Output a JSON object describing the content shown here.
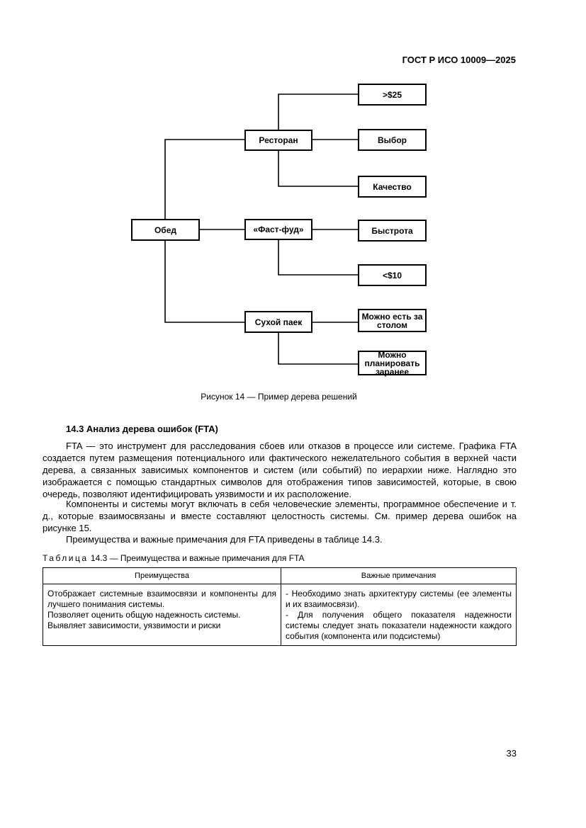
{
  "header": {
    "doc_id": "ГОСТ Р ИСО 10009—2025"
  },
  "diagram": {
    "root": "Обед",
    "branches": [
      {
        "label": "Ресторан",
        "leaves": [
          ">$25",
          "Выбор",
          "Качество"
        ]
      },
      {
        "label": "«Фаст-фуд»",
        "leaves": [
          "Быстрота",
          "<$10"
        ]
      },
      {
        "label": "Сухой паек",
        "leaves": [
          "Можно есть за столом",
          "Можно планировать заранее"
        ]
      }
    ]
  },
  "figure_caption": "Рисунок 14 — Пример дерева решений",
  "section": {
    "title": "14.3 Анализ дерева ошибок (FTA)",
    "paragraphs": [
      "FTA — это инструмент для расследования сбоев или отказов в процессе или системе. Графика FTA создается путем размещения потенциального или фактического нежелательного события в верхней части дерева, а связанных зависимых компонентов и систем (или событий) по иерархии ниже. Наглядно это изображается с помощью стандартных символов для отображения типов зависимостей, которые, в свою очередь, позволяют идентифицировать уязвимости и их расположение.",
      "Компоненты и системы могут включать в себя человеческие элементы, программное обеспечение и т. д., которые взаимосвязаны и вместе составляют целостность системы. См. пример дерева ошибок на рисунке 15.",
      "Преимущества и важные примечания для FTA приведены в таблице 14.3."
    ]
  },
  "table": {
    "caption_word": "Таблица",
    "caption_rest": " 14.3 — Преимущества и важные примечания для FTA",
    "headers": [
      "Преимущества",
      "Важные примечания"
    ],
    "col1_lines": [
      "Отображает системные взаимосвязи и компоненты для лучшего понимания системы.",
      "Позволяет оценить общую надежность системы.",
      "Выявляет зависимости, уязвимости и риски"
    ],
    "col2_lines": [
      "- Необходимо знать архитектуру системы (ее элементы и их взаимосвязи).",
      "- Для получения общего показателя надежности системы следует знать показатели надежности каждого события (компонента или подсистемы)"
    ]
  },
  "page_number": "33"
}
